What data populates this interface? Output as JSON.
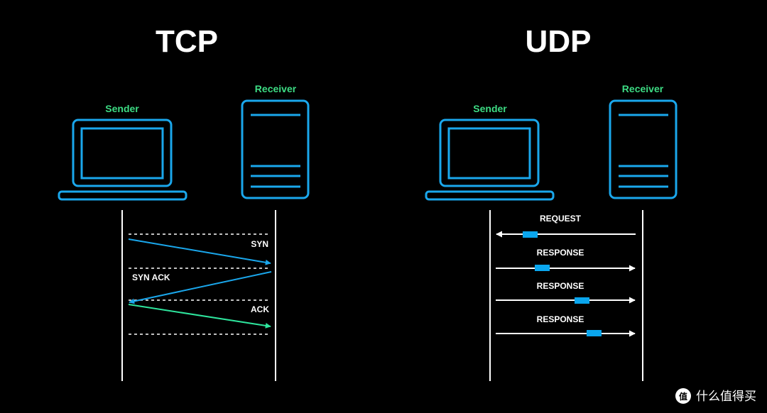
{
  "colors": {
    "background": "#000000",
    "text": "#ffffff",
    "accent_green": "#3ddc84",
    "device_blue": "#1aa7ec",
    "packet_blue": "#0aa6ee",
    "arrow_blue": "#1aa7ec",
    "arrow_green": "#2ee59d",
    "line": "#ffffff"
  },
  "tcp": {
    "title": "TCP",
    "sender_label": "Sender",
    "receiver_label": "Receiver",
    "steps": [
      {
        "label": "SYN",
        "direction": "sender-to-receiver",
        "color": "blue"
      },
      {
        "label": "SYN ACK",
        "direction": "receiver-to-sender",
        "color": "blue"
      },
      {
        "label": "ACK",
        "direction": "sender-to-receiver",
        "color": "green"
      }
    ]
  },
  "udp": {
    "title": "UDP",
    "sender_label": "Sender",
    "receiver_label": "Receiver",
    "messages": [
      {
        "label": "REQUEST",
        "direction": "receiver-to-sender"
      },
      {
        "label": "RESPONSE",
        "direction": "sender-to-receiver"
      },
      {
        "label": "RESPONSE",
        "direction": "sender-to-receiver"
      },
      {
        "label": "RESPONSE",
        "direction": "sender-to-receiver"
      }
    ]
  },
  "watermark": {
    "icon": "zhi-badge-icon",
    "text": "什么值得买",
    "badge_char": "值"
  }
}
